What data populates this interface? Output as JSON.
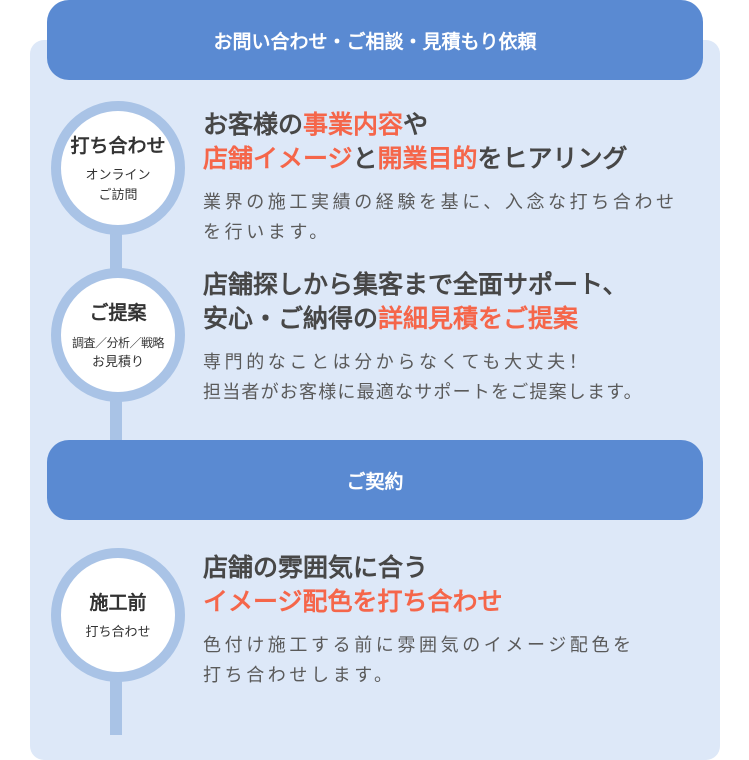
{
  "sections": [
    {
      "title": "お問い合わせ・ご相談・見積もり依頼"
    },
    {
      "title": "ご契約"
    }
  ],
  "steps": [
    {
      "circle_title": "打ち合わせ",
      "circle_sub": [
        "オンライン",
        "ご訪問"
      ],
      "heading": [
        [
          {
            "t": "お客様の"
          },
          {
            "t": "事業内容",
            "r": true
          },
          {
            "t": "や"
          }
        ],
        [
          {
            "t": "店舗イメージ",
            "r": true
          },
          {
            "t": "と"
          },
          {
            "t": "開業目的",
            "r": true
          },
          {
            "t": "をヒアリング"
          }
        ]
      ],
      "body": [
        "業界の施工実績の経験を基に、入念な打ち合わせ",
        "を行います。"
      ]
    },
    {
      "circle_title": "ご提案",
      "circle_sub": [
        "調査／分析／戦略",
        "お見積り"
      ],
      "heading": [
        [
          {
            "t": "店舗探しから集客まで全面サポート、"
          }
        ],
        [
          {
            "t": "安心・ご納得の"
          },
          {
            "t": "詳細見積をご提案",
            "r": true
          }
        ]
      ],
      "body": [
        "専門的なことは分からなくても大丈夫！",
        "担当者がお客様に最適なサポートをご提案します。"
      ]
    },
    {
      "circle_title": "施工前",
      "circle_sub": [
        "打ち合わせ"
      ],
      "heading": [
        [
          {
            "t": "店舗の雰囲気に合う"
          }
        ],
        [
          {
            "t": "イメージ配色を打ち合わせ",
            "r": true
          }
        ]
      ],
      "body": [
        "色付け施工する前に雰囲気のイメージ配色を",
        "打ち合わせします。"
      ]
    }
  ],
  "colors": {
    "accent": "#5a8ad2",
    "highlight": "#f5664a",
    "panel": "#dde8f8",
    "ring": "#a9c3e6"
  }
}
